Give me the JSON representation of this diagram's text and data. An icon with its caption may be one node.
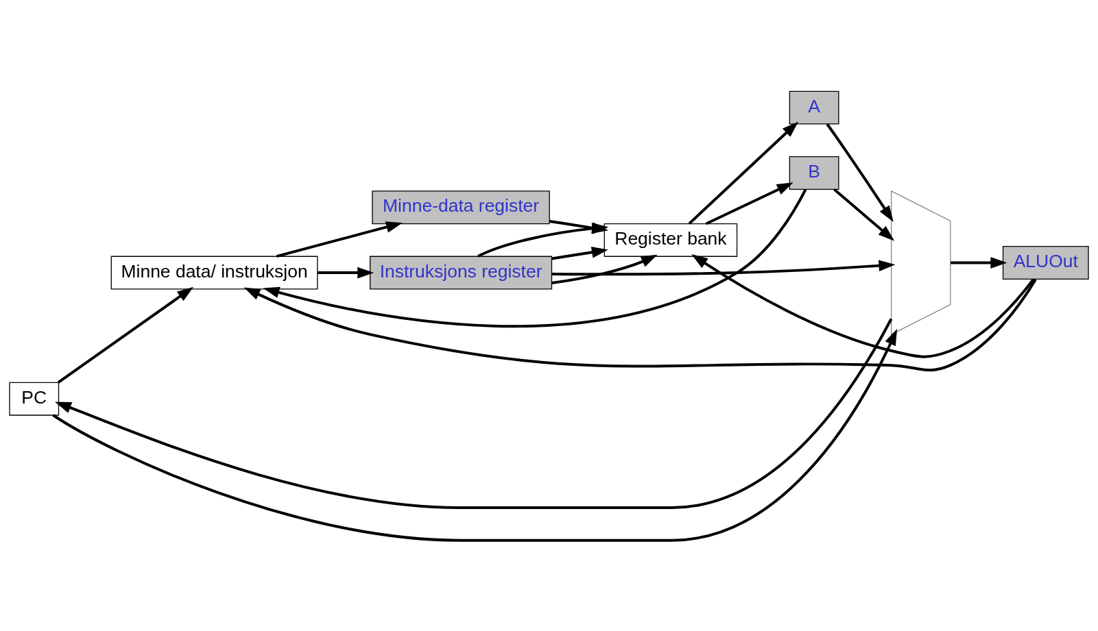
{
  "diagram": {
    "nodes": [
      {
        "text": [
          "PC"
        ]
      },
      {
        "text": [
          "Minne data/ instruksjon"
        ]
      },
      {
        "text": [
          "Instruksjons register"
        ]
      },
      {
        "text": [
          "Minne-data register"
        ]
      },
      {
        "text": [
          "Register bank"
        ]
      },
      {
        "text": [
          "A"
        ]
      },
      {
        "text": [
          "B"
        ]
      },
      {
        "text": [],
        "shape": "trapezoid"
      },
      {
        "text": [
          "ALUOut"
        ]
      }
    ],
    "edges": [
      {
        "from": 0,
        "to": 1,
        "arrow": "to"
      },
      {
        "from": 1,
        "to": 2,
        "arrow": "to"
      },
      {
        "from": 1,
        "to": 3,
        "arrow": "to"
      },
      {
        "from": 2,
        "to": 4,
        "arrow": "to"
      },
      {
        "from": 2,
        "to": 4,
        "arrow": "to"
      },
      {
        "from": 2,
        "to": 4,
        "arrow": "to"
      },
      {
        "from": 3,
        "to": 4,
        "arrow": "to"
      },
      {
        "from": 8,
        "to": 4,
        "arrow": "to"
      },
      {
        "from": 2,
        "to": 7,
        "arrow": "to"
      },
      {
        "from": 4,
        "to": 5,
        "arrow": "to"
      },
      {
        "from": 4,
        "to": 6,
        "arrow": "to"
      },
      {
        "from": 5,
        "to": 7,
        "arrow": "to"
      },
      {
        "from": 6,
        "to": 7,
        "arrow": "to"
      },
      {
        "from": 6,
        "to": 1,
        "arrow": "to"
      },
      {
        "from": 0,
        "to": 7,
        "arrow": "to"
      },
      {
        "from": 7,
        "to": 8,
        "arrow": "to"
      },
      {
        "from": 7,
        "to": 0,
        "arrow": "to"
      },
      {
        "from": 8,
        "to": 1,
        "arrow": "to"
      }
    ]
  }
}
